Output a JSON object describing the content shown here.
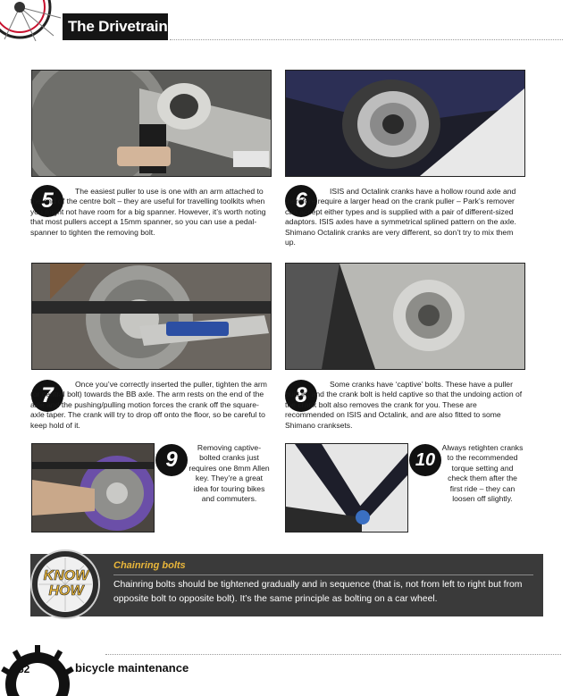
{
  "header": {
    "title": "The Drivetrain"
  },
  "steps": [
    {
      "number": "5",
      "text": "The easiest puller to use is one with an arm attached to the end of the centre bolt – they are useful for travelling toolkits when you might not have room for a big spanner. However, it’s worth noting that most pullers accept a 15mm spanner, so you can use a pedal-spanner to tighten the removing bolt."
    },
    {
      "number": "6",
      "text": "ISIS and Octalink cranks have a hollow round axle and therefore require a larger head on the crank puller – Park’s remover can accept either types and is supplied with a pair of different-sized adaptors. ISIS axles have a symmetrical splined pattern on the axle. Shimano Octalink cranks are very different, so don’t try to mix them up."
    },
    {
      "number": "7",
      "text": "Once you’ve correctly inserted the puller, tighten the arm (or central bolt) towards the BB axle. The arm rests on the end of the axle and the pushing/pulling motion forces the crank off the square-axle taper. The crank will try to drop off onto the floor, so be careful to keep hold of it."
    },
    {
      "number": "8",
      "text": "Some cranks have ‘captive’ bolts. These have a puller built in, and the crank bolt is held captive so that the undoing action of the crank bolt also removes the crank for you. These are recommended on ISIS and Octalink, and are also fitted to some Shimano cranksets."
    },
    {
      "number": "9",
      "text": "Removing captive-bolted cranks just requires one 8mm Allen key. They’re a great idea for touring bikes and commuters."
    },
    {
      "number": "10",
      "text": "Always retighten cranks to the recommended torque setting and check them after the first ride – they can loosen off slightly."
    }
  ],
  "know_how": {
    "badge_line1": "KNOW",
    "badge_line2": "HOW",
    "title": "Chainring bolts",
    "text": "Chainring bolts should be tightened gradually and in sequence (that is, not from left to right but from opposite bolt to opposite bolt). It’s the same principle as bolting on a car wheel."
  },
  "footer": {
    "page_number": "52",
    "title": "bicycle maintenance"
  },
  "colors": {
    "header_bg": "#151515",
    "knowhow_bg": "#3a3a3a",
    "knowhow_title": "#e9b63a",
    "badge": "#111111"
  }
}
